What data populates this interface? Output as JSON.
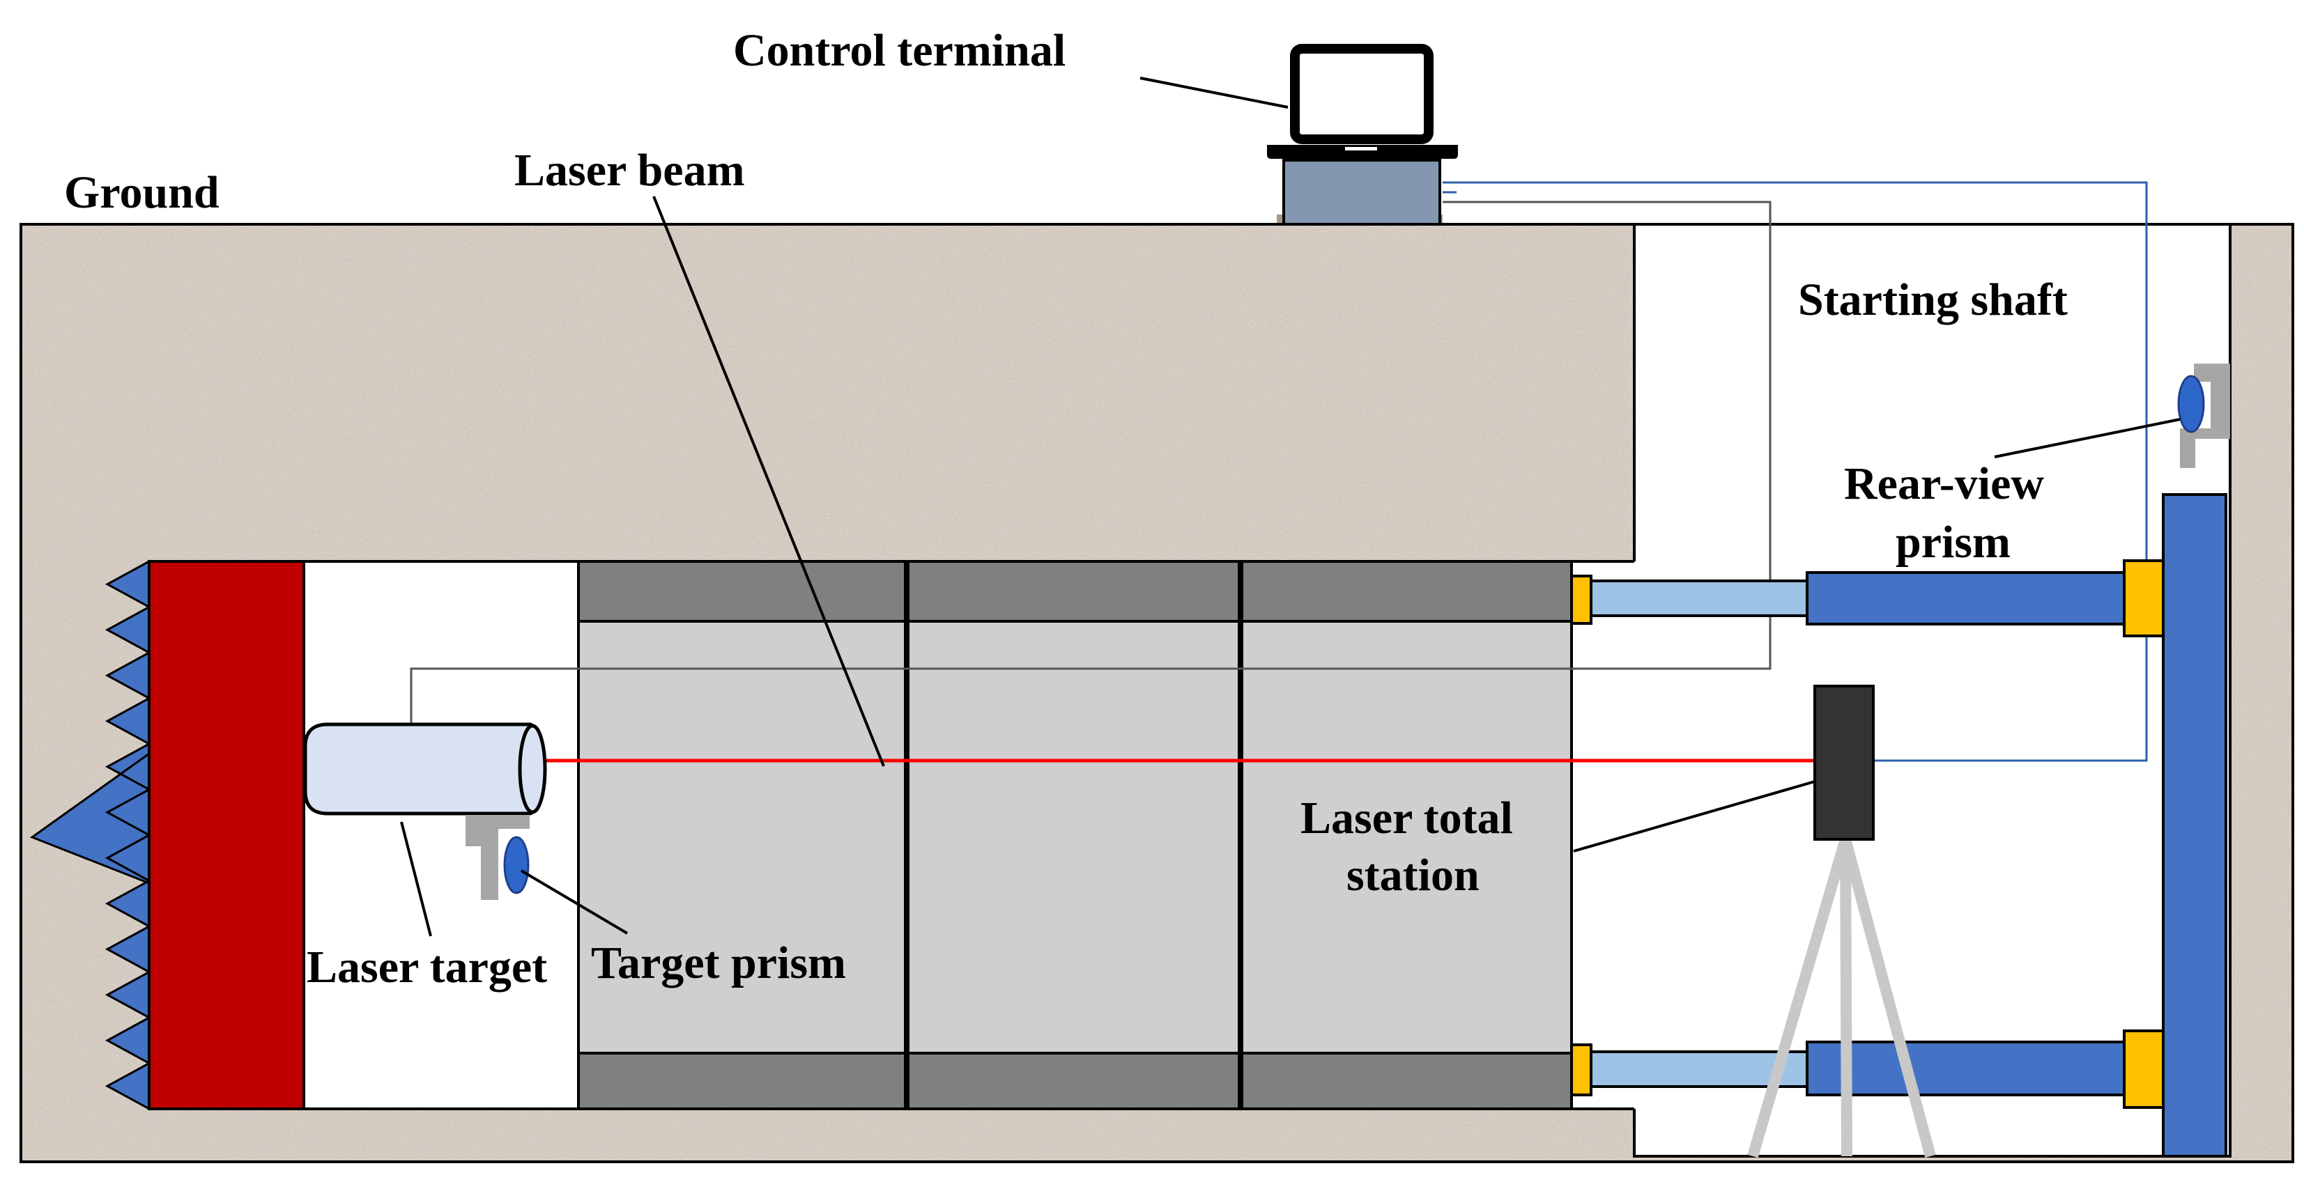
{
  "labels": {
    "control_terminal": "Control terminal",
    "ground": "Ground",
    "laser_beam": "Laser beam",
    "starting_shaft": "Starting shaft",
    "rear_view_prism_line1": "Rear-view",
    "rear_view_prism_line2": "prism",
    "laser_total_station_line1": "Laser total",
    "laser_total_station_line2": "station",
    "laser_target": "Laser target",
    "target_prism": "Target prism"
  },
  "colors": {
    "soil": "#a89888",
    "cutter_head": "#c00000",
    "cutter_teeth": "#4472c4",
    "pipe_segment": "#d0cece",
    "pipe_band": "#808080",
    "jack_cylinder": "#4472c4",
    "jack_rod": "#9dc3e6",
    "jack_plate": "#ffc000",
    "laser_beam": "#ff0000",
    "signal_cable": "#2e5fa8",
    "terminal_base": "#8497b0",
    "total_station": "#333333",
    "tripod": "#c8c8c8",
    "prism_lens": "#2f66c9",
    "prism_bracket": "#a6a6a6",
    "laser_target_body": "#d9e2f3"
  },
  "icons": [
    "laptop-icon",
    "laser-target-icon",
    "target-prism-icon",
    "rear-view-prism-icon",
    "total-station-icon",
    "tripod-icon"
  ]
}
